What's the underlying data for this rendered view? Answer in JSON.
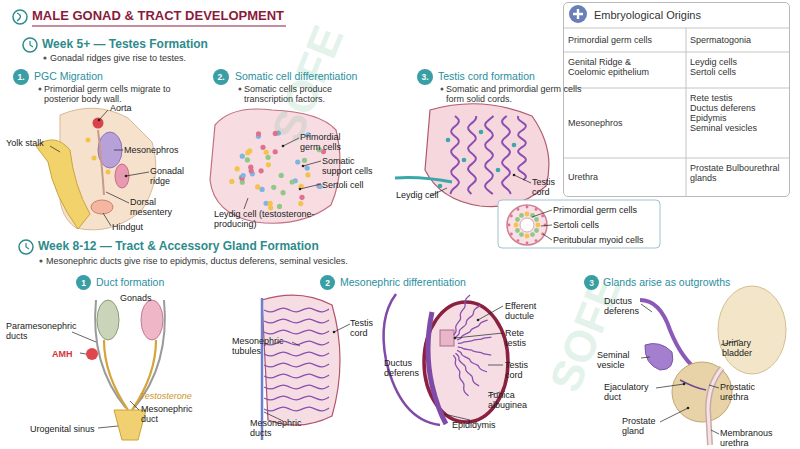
{
  "diagram": {
    "title": "MALE GONAD & TRACT DEVELOPMENT",
    "nodes": [
      {
        "text": [
          "1."
        ]
      },
      {
        "text": [
          "2."
        ]
      },
      {
        "text": [
          "3."
        ]
      },
      {
        "text": [
          "Embryological Origins"
        ]
      },
      {
        "text": [
          "1"
        ]
      },
      {
        "text": [
          "2"
        ]
      },
      {
        "text": [
          "3"
        ]
      }
    ],
    "labels": [
      "Week 5+ — Testes Formation",
      "Gonadal ridges give rise to testes.",
      "PGC Migration",
      "Primordial germ cells migrate to posterior body wall.",
      "Aorta",
      "Yolk stalk",
      "Mesonephros",
      "Gonadal ridge",
      "Dorsal mesentery",
      "Hindgut",
      "Somatic cell differentiation",
      "Somatic cells produce transcription factors.",
      "Primordial germ cells",
      "Somatic support cells",
      "Sertoli cell",
      "Leydig cell (testosterone-producing)",
      "Testis cord formation",
      "Somatic and primordial germ cells form solid cords.",
      "Testis cord",
      "Leydig cell",
      "Primordial germ cells",
      "Sertoli cells",
      "Peritubular myoid cells",
      "Primordial germ cells",
      "Spermatogonia",
      "Genital Ridge & Coelomic epithelium",
      "Leydig cells Sertoli cells",
      "Mesonephros",
      "Rete testis Ductus deferens Epidymis Seminal vesicles",
      "Urethra",
      "Prostate Bulbourethral glands",
      "Week 8-12 — Tract & Accessory Gland Formation",
      "Mesonephric ducts give rise to epidymis, ductus deferens, seminal vesicles.",
      "Duct formation",
      "Paramesonephric ducts",
      "Gonads",
      "AMH",
      "Testosterone",
      "Mesonephric duct",
      "Urogenital sinus",
      "Mesonephric differentiation",
      "Mesonephric tubules",
      "Testis cord",
      "Mesonephric ducts",
      "Ductus deferens",
      "Efferent ductule",
      "Rete testis",
      "Testis cord",
      "Tunica albuginea",
      "Epididymis",
      "Glands arise as outgrowths",
      "Ductus deferens",
      "Urinary bladder",
      "Seminal vesicle",
      "Ejaculatory duct",
      "Prostatic urethra",
      "Prostate gland",
      "Membranous urethra",
      "SOFE",
      "SOFE"
    ]
  }
}
